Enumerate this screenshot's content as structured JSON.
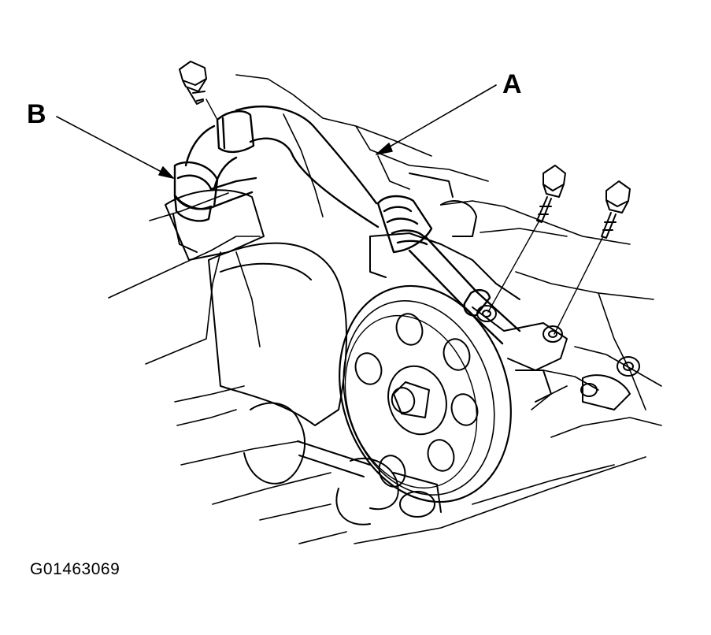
{
  "callouts": {
    "a": "A",
    "b": "B"
  },
  "figure_id": "G01463069",
  "colors": {
    "ink": "#000000",
    "paper": "#ffffff"
  }
}
